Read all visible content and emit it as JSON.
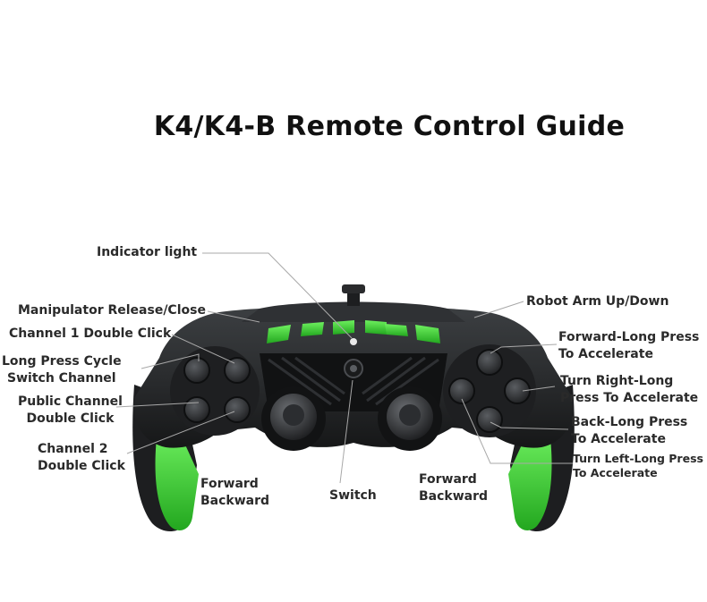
{
  "title": "K4/K4-B Remote Control Guide",
  "colors": {
    "body": "#2b2d2f",
    "body_dark": "#151617",
    "accent_green": "#3fd13a",
    "leader_line": "#a8a8a8"
  },
  "labels": {
    "indicator_light": "Indicator light",
    "manipulator": "Manipulator Release/Close",
    "channel1": "Channel 1 Double Click",
    "long_press_cycle": [
      "Long Press Cycle",
      "Switch Channel"
    ],
    "public_channel": [
      "Public Channel",
      "Double Click"
    ],
    "channel2": [
      "Channel 2",
      "Double Click"
    ],
    "left_stick": [
      "Forward",
      "Backward"
    ],
    "switch": "Switch",
    "right_stick": [
      "Forward",
      "Backward"
    ],
    "robot_arm": "Robot Arm Up/Down",
    "forward_long": [
      "Forward-Long Press",
      "To Accelerate"
    ],
    "turn_right": [
      "Turn Right-Long",
      "Press To Accelerate"
    ],
    "back_long": [
      "Back-Long Press",
      "To Accelerate"
    ],
    "turn_left": [
      "Turn Left-Long Press",
      "To Accelerate"
    ]
  }
}
